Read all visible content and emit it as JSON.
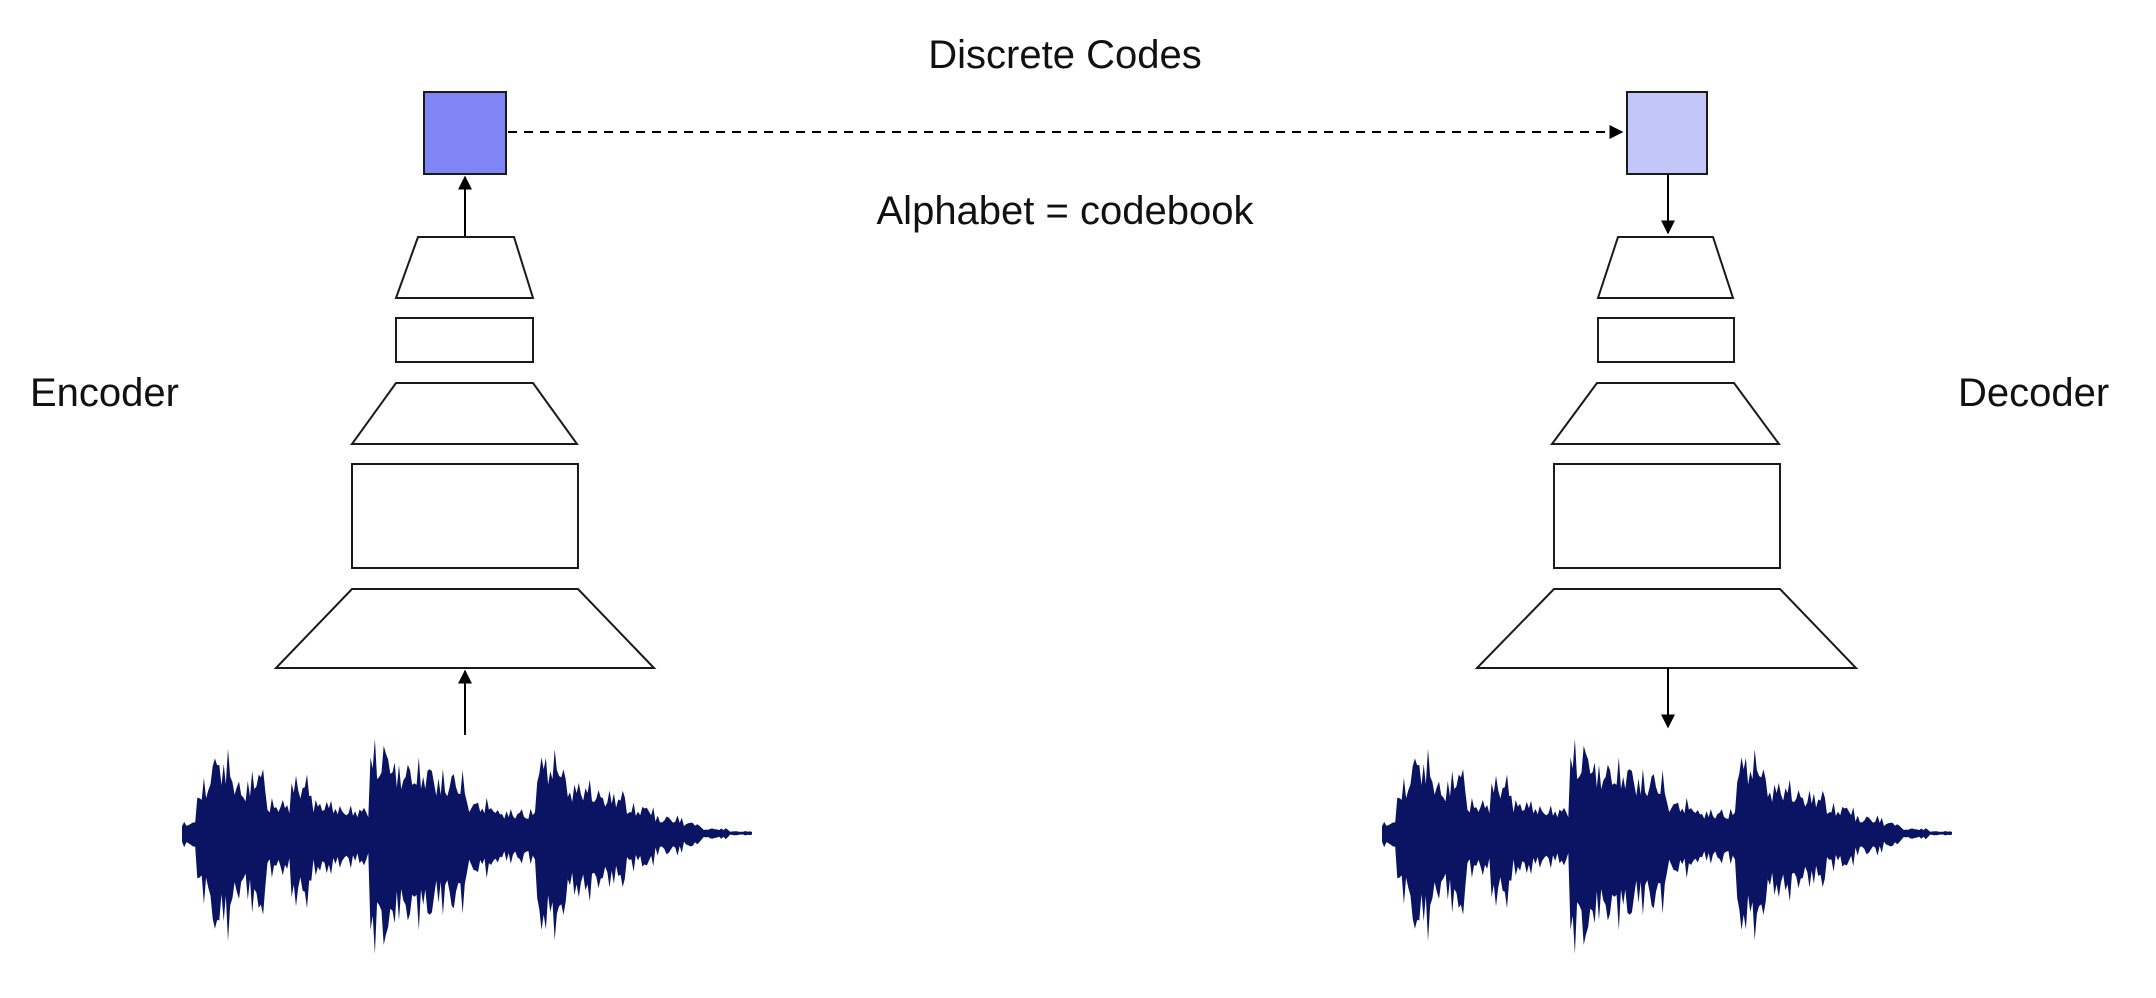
{
  "labels": {
    "top_caption": "Discrete Codes",
    "mid_caption": "Alphabet = codebook",
    "encoder": "Encoder",
    "decoder": "Decoder"
  },
  "colors": {
    "encoder_code": "#8085f5",
    "decoder_code": "#c3c6f8",
    "waveform": "#0a1462",
    "outline": "#1a1a1a"
  }
}
